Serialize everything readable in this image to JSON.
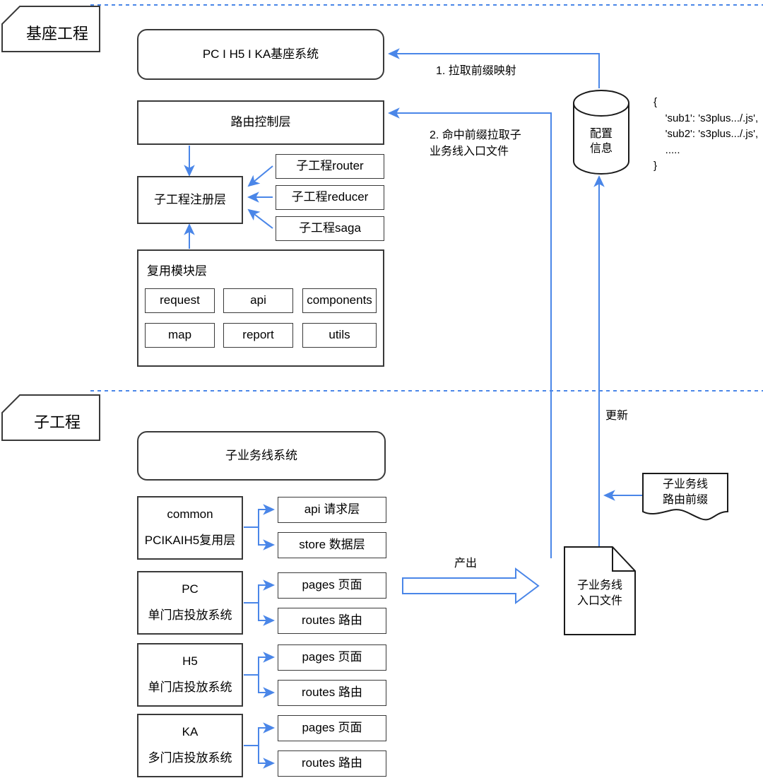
{
  "diagram": {
    "title_hidden": "",
    "colors": {
      "stroke": "#3a3a3a",
      "arrow": "#4a86e8",
      "divider": "#4a86e8",
      "text": "#000000",
      "background": "#ffffff"
    },
    "zones": [
      {
        "id": "base",
        "label": "基座工程"
      },
      {
        "id": "sub",
        "label": "子工程"
      }
    ],
    "base_project": {
      "system_box": "PC I H5 I KA基座系统",
      "router_control_layer": "路由控制层",
      "register_layer": "子工程注册层",
      "feeders": [
        "子工程router",
        "子工程reducer",
        "子工程saga"
      ],
      "reuse_module": {
        "title": "复用模块层",
        "modules": [
          "request",
          "api",
          "components",
          "map",
          "report",
          "utils"
        ]
      }
    },
    "sub_project": {
      "system_box": "子业务线系统",
      "groups": [
        {
          "name": "common",
          "subtitle": "PCIKAIH5复用层",
          "children": [
            "api 请求层",
            "store 数据层"
          ]
        },
        {
          "name": "PC",
          "subtitle": "单门店投放系统",
          "children": [
            "pages 页面",
            "routes 路由"
          ]
        },
        {
          "name": "H5",
          "subtitle": "单门店投放系统",
          "children": [
            "pages 页面",
            "routes 路由"
          ]
        },
        {
          "name": "KA",
          "subtitle": "多门店投放系统",
          "children": [
            "pages 页面",
            "routes 路由"
          ]
        }
      ]
    },
    "config_store": {
      "label": "配置\n信息",
      "code": "{\n    'sub1': 's3plus.../.js',\n    'sub2': 's3plus.../.js',\n    .....\n}"
    },
    "entry_file": {
      "label": "子业务线\n入口文件"
    },
    "route_prefix_note": {
      "label": "子业务线\n路由前缀"
    },
    "flow_labels": {
      "step1": "1. 拉取前缀映射",
      "step2": "2. 命中前缀拉取子\n业务线入口文件",
      "update": "更新",
      "produce": "产出"
    }
  }
}
